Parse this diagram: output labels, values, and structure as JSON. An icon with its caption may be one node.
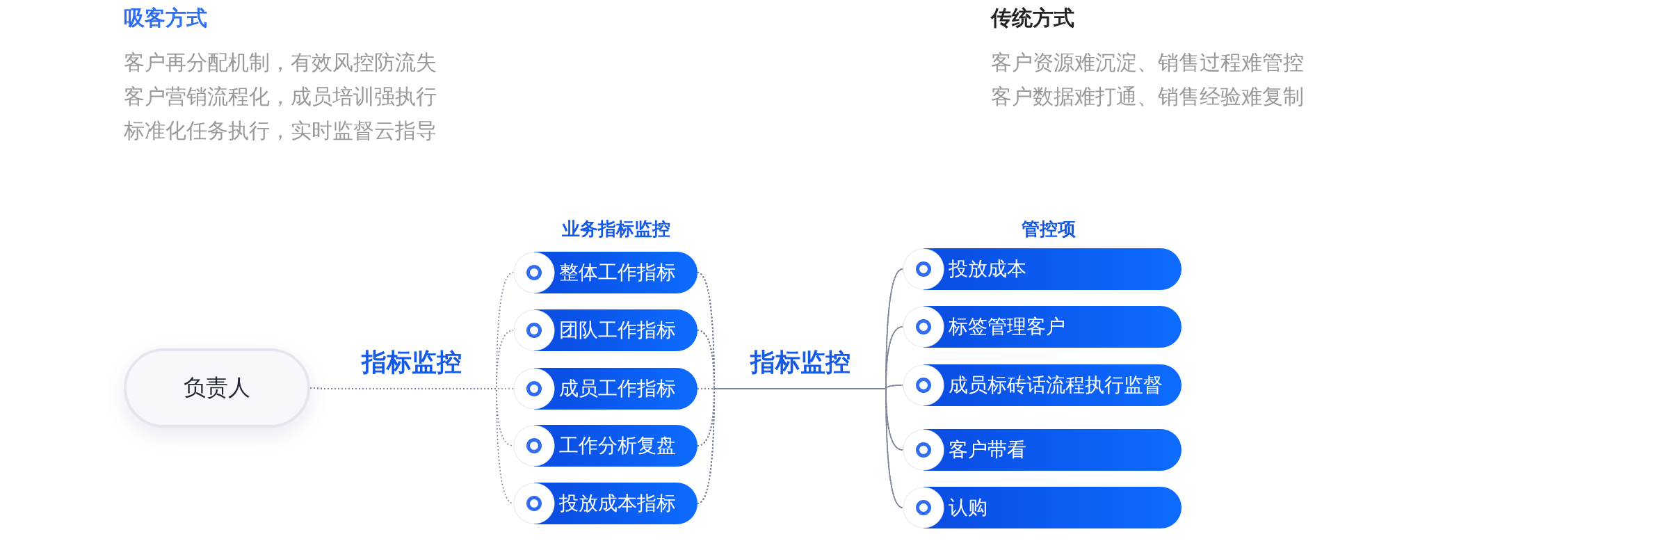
{
  "diagram": {
    "nodes": [
      {
        "text": [
          "负责人"
        ]
      },
      {
        "text": [
          "整体工作指标"
        ]
      },
      {
        "text": [
          "团队工作指标"
        ]
      },
      {
        "text": [
          "成员工作指标"
        ]
      },
      {
        "text": [
          "工作分析复盘"
        ]
      },
      {
        "text": [
          "投放成本指标"
        ]
      },
      {
        "text": [
          "投放成本"
        ]
      },
      {
        "text": [
          "标签管理客户"
        ]
      },
      {
        "text": [
          "成员标砖话流程执行监督"
        ]
      },
      {
        "text": [
          "客户带看"
        ]
      },
      {
        "text": [
          "认购"
        ]
      }
    ],
    "edges": [
      {
        "from": 0,
        "to": 1,
        "arrow": "none",
        "label": "指标监控"
      },
      {
        "from": 0,
        "to": 2,
        "arrow": "none"
      },
      {
        "from": 0,
        "to": 3,
        "arrow": "none"
      },
      {
        "from": 0,
        "to": 4,
        "arrow": "none"
      },
      {
        "from": 0,
        "to": 5,
        "arrow": "none"
      },
      {
        "from": 1,
        "to": 6,
        "arrow": "none",
        "label": "指标监控"
      },
      {
        "from": 1,
        "to": 7,
        "arrow": "none"
      },
      {
        "from": 1,
        "to": 8,
        "arrow": "none"
      },
      {
        "from": 1,
        "to": 9,
        "arrow": "none"
      },
      {
        "from": 1,
        "to": 10,
        "arrow": "none"
      },
      {
        "from": 2,
        "to": 6,
        "arrow": "none"
      },
      {
        "from": 2,
        "to": 7,
        "arrow": "none"
      },
      {
        "from": 2,
        "to": 8,
        "arrow": "none"
      },
      {
        "from": 2,
        "to": 9,
        "arrow": "none"
      },
      {
        "from": 2,
        "to": 10,
        "arrow": "none"
      },
      {
        "from": 3,
        "to": 6,
        "arrow": "none"
      },
      {
        "from": 3,
        "to": 7,
        "arrow": "none"
      },
      {
        "from": 3,
        "to": 8,
        "arrow": "none"
      },
      {
        "from": 3,
        "to": 9,
        "arrow": "none"
      },
      {
        "from": 3,
        "to": 10,
        "arrow": "none"
      },
      {
        "from": 4,
        "to": 6,
        "arrow": "none"
      },
      {
        "from": 4,
        "to": 7,
        "arrow": "none"
      },
      {
        "from": 4,
        "to": 8,
        "arrow": "none"
      },
      {
        "from": 4,
        "to": 9,
        "arrow": "none"
      },
      {
        "from": 4,
        "to": 10,
        "arrow": "none"
      },
      {
        "from": 5,
        "to": 6,
        "arrow": "none"
      },
      {
        "from": 5,
        "to": 7,
        "arrow": "none"
      },
      {
        "from": 5,
        "to": 8,
        "arrow": "none"
      },
      {
        "from": 5,
        "to": 9,
        "arrow": "none"
      },
      {
        "from": 5,
        "to": 10,
        "arrow": "none"
      }
    ],
    "labels": [
      "吸客方式",
      "客户再分配机制，有效风控防流失",
      "客户营销流程化，成员培训强执行",
      "标准化任务执行，实时监督云指导",
      "传统方式",
      "客户资源难沉淀、销售过程难管控",
      "客户数据难打通、销售经验难复制",
      "业务指标监控",
      "管控项"
    ]
  }
}
